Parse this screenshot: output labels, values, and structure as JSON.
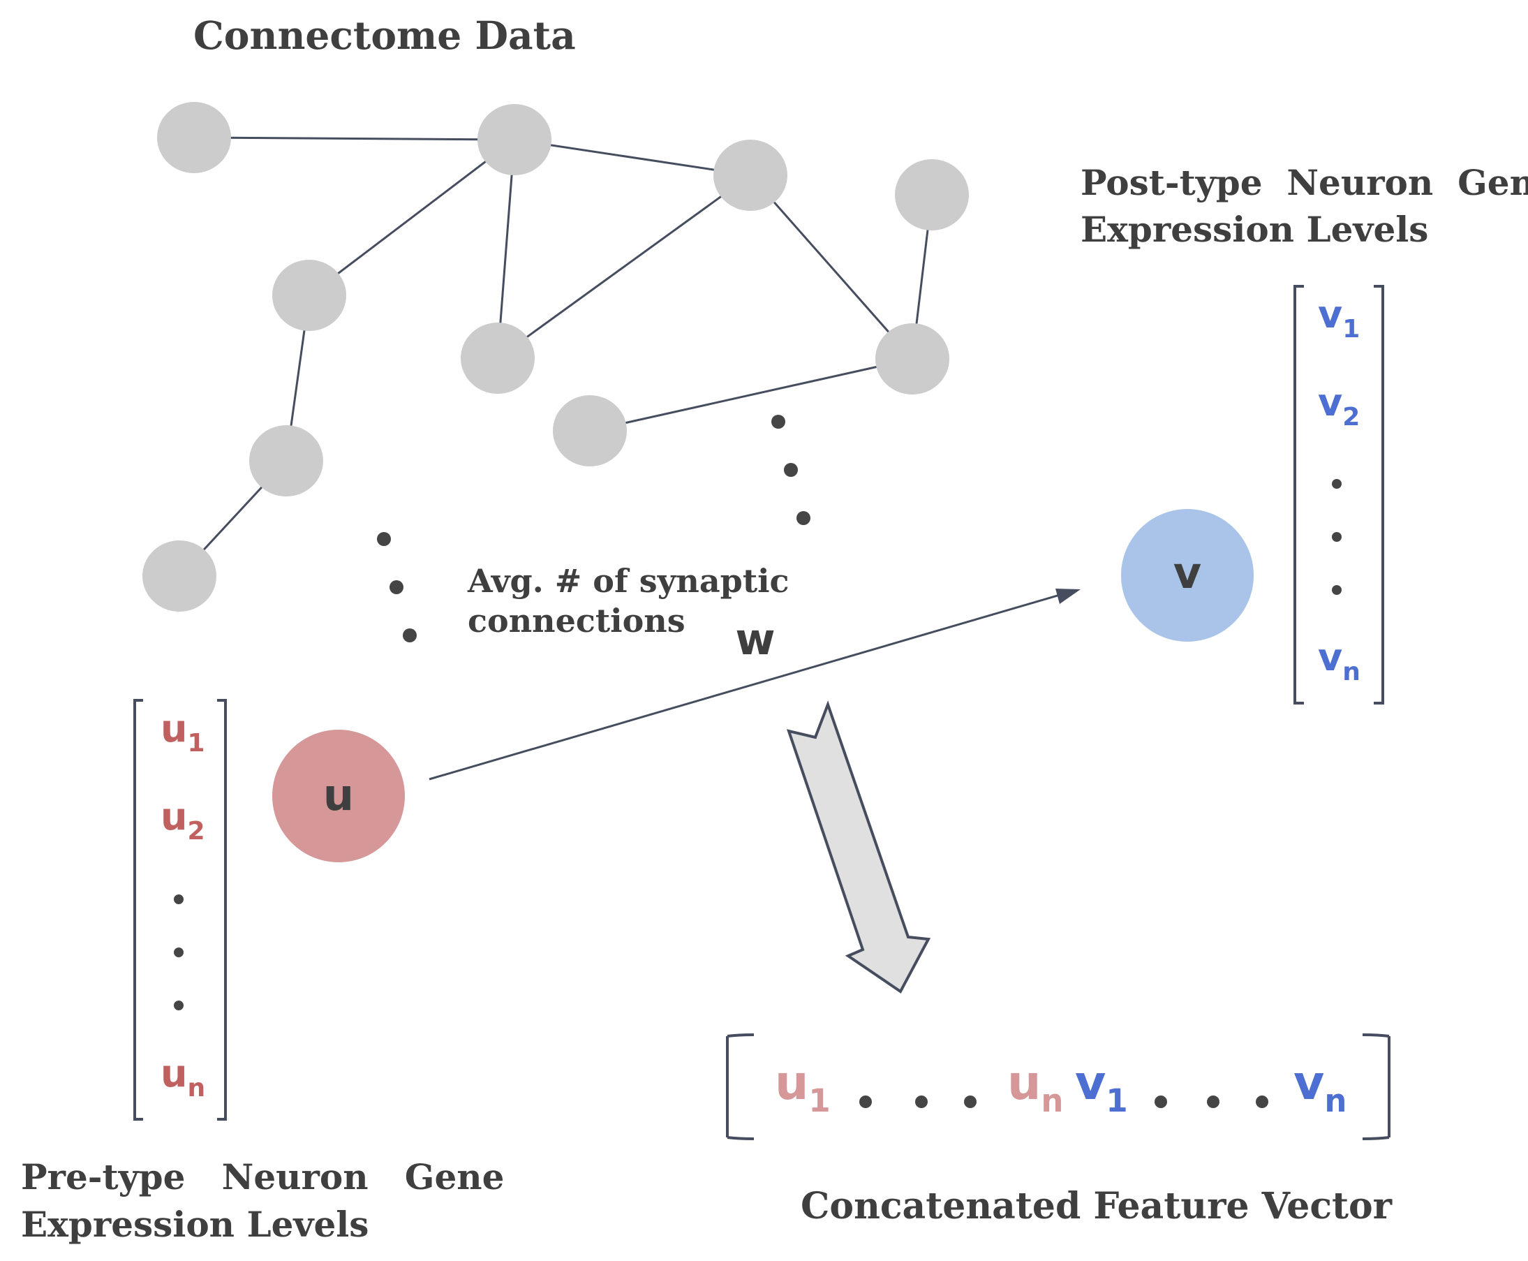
{
  "labels": {
    "connectome_title": "Connectome Data",
    "post_title_line1": "Post-type  Neuron  Gene",
    "post_title_line2": "Expression Levels",
    "pre_title_line1": "Pre-type   Neuron   Gene",
    "pre_title_line2": "Expression Levels",
    "avg_line1": "Avg. # of synaptic",
    "avg_line2": "connections",
    "edge_weight": "w",
    "concat_title": "Concatenated Feature Vector"
  },
  "nodes": {
    "u": "u",
    "v": "v"
  },
  "pre_vector": {
    "base": "u",
    "subs": [
      "1",
      "2",
      "n"
    ]
  },
  "post_vector": {
    "base": "v",
    "subs": [
      "1",
      "2",
      "n"
    ]
  },
  "concat_vector": {
    "u_base": "u",
    "v_base": "v",
    "first_sub": "1",
    "last_sub": "n"
  },
  "colors": {
    "graph_node": "#cccccc",
    "edge": "#454d5e",
    "u_node": "#d69799",
    "v_node": "#a9c4e8",
    "u_text": "#c0605f",
    "v_text": "#4c6fd1",
    "u_text_light": "#d69799",
    "dots": "#454545",
    "arrow_fill": "#e0e0e0"
  }
}
